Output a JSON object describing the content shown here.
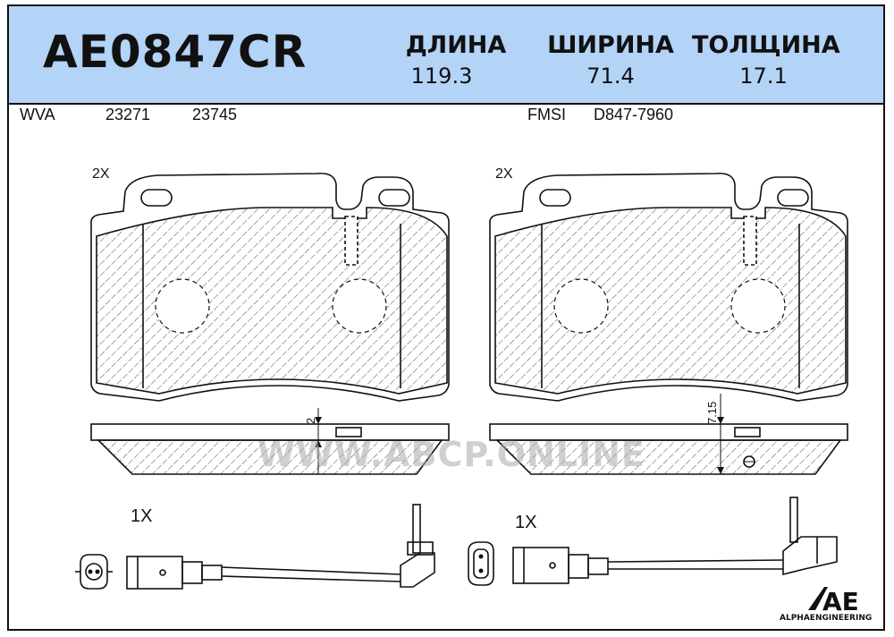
{
  "part_code": "AE0847CR",
  "specs": [
    {
      "label": "ДЛИНА",
      "value": "119.3"
    },
    {
      "label": "ШИРИНА",
      "value": "71.4"
    },
    {
      "label": "ТОЛЩИНА",
      "value": "17.1"
    }
  ],
  "refs": {
    "wva_label": "WVA",
    "wva_numbers": [
      "23271",
      "23745"
    ],
    "fmsi_label": "FMSI",
    "fmsi_number": "D847-7960"
  },
  "quantities": {
    "pad_left": "2X",
    "pad_right": "2X",
    "sensor_left": "1X",
    "sensor_right": "1X"
  },
  "dimensions": {
    "left_thickness": "2",
    "right_thickness": "7.15"
  },
  "watermark": "WWW.ABCP.ONLINE",
  "logo": {
    "mark": "AE",
    "text": "ALPHAENGINEERING"
  }
}
